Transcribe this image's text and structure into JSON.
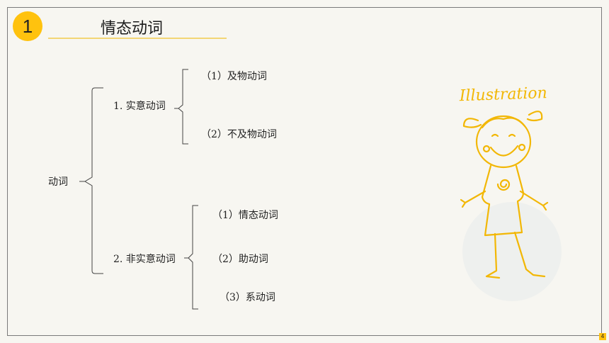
{
  "header": {
    "number": "1",
    "title": "情态动词"
  },
  "tree": {
    "root": "动词",
    "group1": {
      "label": "1. 实意动词",
      "items": [
        "（1）及物动词",
        "（2）不及物动词"
      ]
    },
    "group2": {
      "label": "2. 非实意动词",
      "items": [
        "（1）情态动词",
        "（2）助动词",
        "（3）系动词"
      ]
    }
  },
  "illustration": {
    "caption": "Illustration"
  },
  "footer": {
    "page": "4"
  },
  "colors": {
    "accent": "#ffc20e",
    "line": "#f3d675",
    "drawing": "#f2b705"
  }
}
